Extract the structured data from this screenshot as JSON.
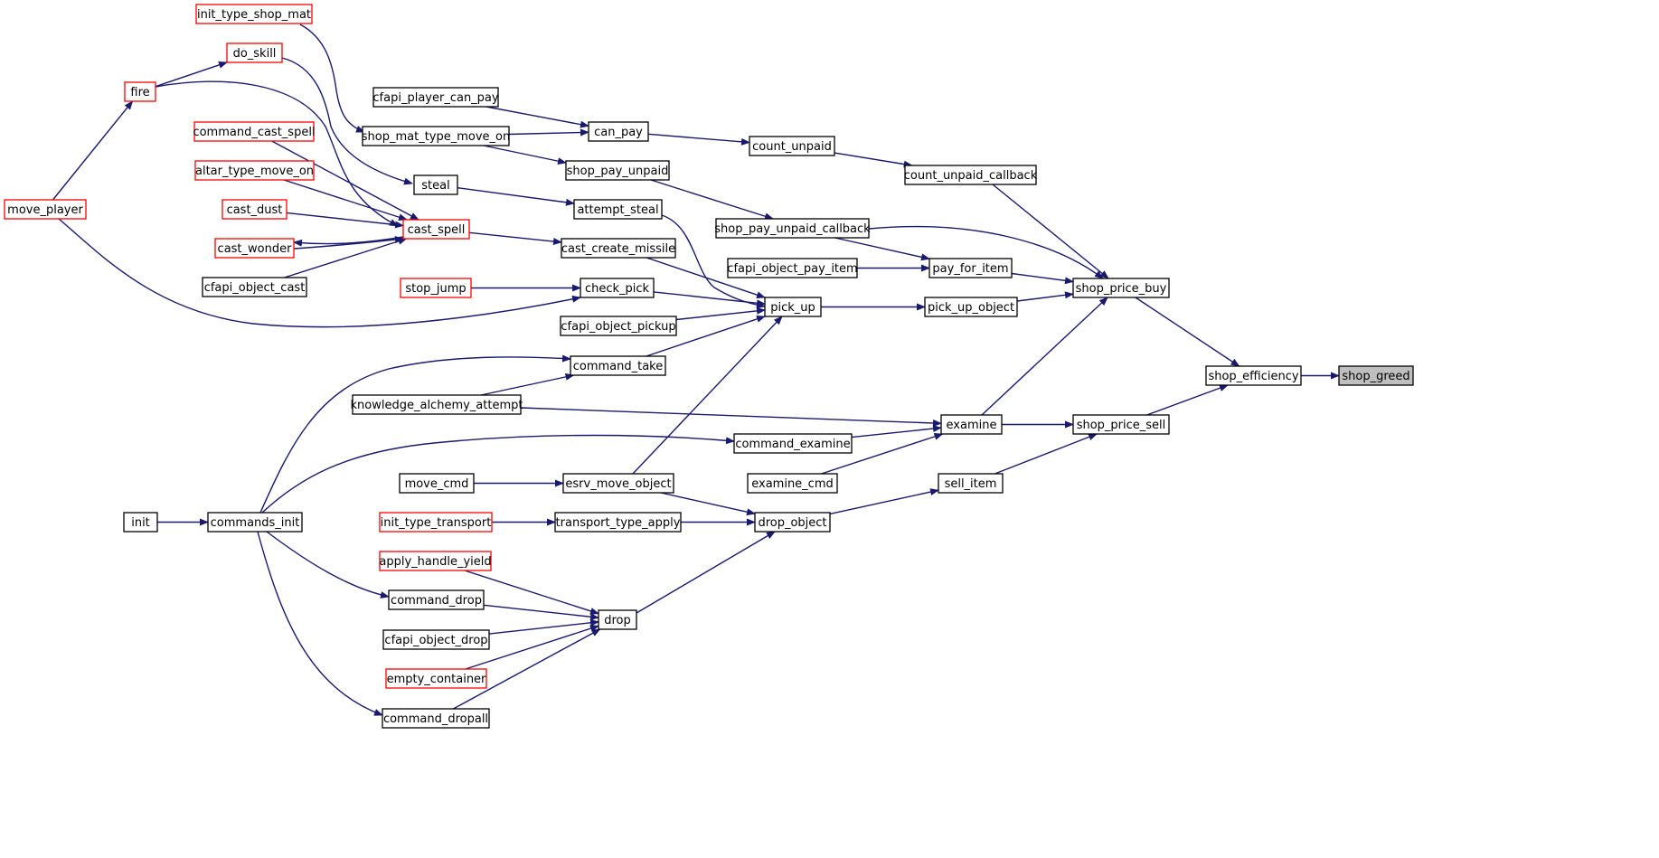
{
  "colors": {
    "edge": "#191970",
    "border_default": "#000000",
    "border_truncated": "#ff0000",
    "fill_default": "#ffffff",
    "fill_focus": "#bfbfbf"
  },
  "diagram": {
    "focus": "shop_greed",
    "nodes": [
      {
        "id": "shop_greed",
        "label": "shop_greed",
        "style": "focus"
      },
      {
        "id": "shop_efficiency",
        "label": "shop_efficiency",
        "style": "normal"
      },
      {
        "id": "shop_price_buy",
        "label": "shop_price_buy",
        "style": "normal"
      },
      {
        "id": "shop_price_sell",
        "label": "shop_price_sell",
        "style": "normal"
      },
      {
        "id": "count_unpaid_callback",
        "label": "count_unpaid_callback",
        "style": "normal"
      },
      {
        "id": "shop_pay_unpaid_callback",
        "label": "shop_pay_unpaid_callback",
        "style": "normal"
      },
      {
        "id": "pay_for_item",
        "label": "pay_for_item",
        "style": "normal"
      },
      {
        "id": "pick_up_object",
        "label": "pick_up_object",
        "style": "normal"
      },
      {
        "id": "examine",
        "label": "examine",
        "style": "normal"
      },
      {
        "id": "sell_item",
        "label": "sell_item",
        "style": "normal"
      },
      {
        "id": "count_unpaid",
        "label": "count_unpaid",
        "style": "normal"
      },
      {
        "id": "can_pay",
        "label": "can_pay",
        "style": "normal"
      },
      {
        "id": "shop_mat_type_move_on",
        "label": "shop_mat_type_move_on",
        "style": "normal"
      },
      {
        "id": "cfapi_player_can_pay",
        "label": "cfapi_player_can_pay",
        "style": "normal"
      },
      {
        "id": "init_type_shop_mat",
        "label": "init_type_shop_mat",
        "style": "truncated"
      },
      {
        "id": "shop_pay_unpaid",
        "label": "shop_pay_unpaid",
        "style": "normal"
      },
      {
        "id": "cfapi_object_pay_item",
        "label": "cfapi_object_pay_item",
        "style": "normal"
      },
      {
        "id": "pick_up",
        "label": "pick_up",
        "style": "normal"
      },
      {
        "id": "attempt_steal",
        "label": "attempt_steal",
        "style": "normal"
      },
      {
        "id": "steal",
        "label": "steal",
        "style": "normal"
      },
      {
        "id": "cast_create_missile",
        "label": "cast_create_missile",
        "style": "normal"
      },
      {
        "id": "cast_spell",
        "label": "cast_spell",
        "style": "truncated"
      },
      {
        "id": "check_pick",
        "label": "check_pick",
        "style": "normal"
      },
      {
        "id": "stop_jump",
        "label": "stop_jump",
        "style": "truncated"
      },
      {
        "id": "move_player",
        "label": "move_player",
        "style": "truncated"
      },
      {
        "id": "fire",
        "label": "fire",
        "style": "truncated"
      },
      {
        "id": "do_skill",
        "label": "do_skill",
        "style": "truncated"
      },
      {
        "id": "command_cast_spell",
        "label": "command_cast_spell",
        "style": "truncated"
      },
      {
        "id": "altar_type_move_on",
        "label": "altar_type_move_on",
        "style": "truncated"
      },
      {
        "id": "cast_dust",
        "label": "cast_dust",
        "style": "truncated"
      },
      {
        "id": "cast_wonder",
        "label": "cast_wonder",
        "style": "truncated"
      },
      {
        "id": "cfapi_object_cast",
        "label": "cfapi_object_cast",
        "style": "normal"
      },
      {
        "id": "cfapi_object_pickup",
        "label": "cfapi_object_pickup",
        "style": "normal"
      },
      {
        "id": "command_take",
        "label": "command_take",
        "style": "normal"
      },
      {
        "id": "commands_init",
        "label": "commands_init",
        "style": "normal"
      },
      {
        "id": "init",
        "label": "init",
        "style": "normal"
      },
      {
        "id": "knowledge_alchemy_attempt",
        "label": "knowledge_alchemy_attempt",
        "style": "normal"
      },
      {
        "id": "esrv_move_object",
        "label": "esrv_move_object",
        "style": "normal"
      },
      {
        "id": "move_cmd",
        "label": "move_cmd",
        "style": "normal"
      },
      {
        "id": "drop_object",
        "label": "drop_object",
        "style": "normal"
      },
      {
        "id": "command_examine",
        "label": "command_examine",
        "style": "normal"
      },
      {
        "id": "examine_cmd",
        "label": "examine_cmd",
        "style": "normal"
      },
      {
        "id": "transport_type_apply",
        "label": "transport_type_apply",
        "style": "normal"
      },
      {
        "id": "init_type_transport",
        "label": "init_type_transport",
        "style": "truncated"
      },
      {
        "id": "drop",
        "label": "drop",
        "style": "normal"
      },
      {
        "id": "apply_handle_yield",
        "label": "apply_handle_yield",
        "style": "truncated"
      },
      {
        "id": "command_drop",
        "label": "command_drop",
        "style": "normal"
      },
      {
        "id": "cfapi_object_drop",
        "label": "cfapi_object_drop",
        "style": "normal"
      },
      {
        "id": "empty_container",
        "label": "empty_container",
        "style": "truncated"
      },
      {
        "id": "command_dropall",
        "label": "command_dropall",
        "style": "normal"
      }
    ],
    "edges": [
      [
        "shop_efficiency",
        "shop_greed"
      ],
      [
        "shop_price_buy",
        "shop_efficiency"
      ],
      [
        "shop_price_sell",
        "shop_efficiency"
      ],
      [
        "count_unpaid_callback",
        "shop_price_buy"
      ],
      [
        "shop_pay_unpaid_callback",
        "shop_price_buy"
      ],
      [
        "pay_for_item",
        "shop_price_buy"
      ],
      [
        "pick_up_object",
        "shop_price_buy"
      ],
      [
        "examine",
        "shop_price_buy"
      ],
      [
        "examine",
        "shop_price_sell"
      ],
      [
        "sell_item",
        "shop_price_sell"
      ],
      [
        "count_unpaid",
        "count_unpaid_callback"
      ],
      [
        "can_pay",
        "count_unpaid"
      ],
      [
        "cfapi_player_can_pay",
        "can_pay"
      ],
      [
        "shop_mat_type_move_on",
        "can_pay"
      ],
      [
        "init_type_shop_mat",
        "shop_mat_type_move_on"
      ],
      [
        "shop_mat_type_move_on",
        "shop_pay_unpaid"
      ],
      [
        "shop_pay_unpaid",
        "shop_pay_unpaid_callback"
      ],
      [
        "shop_pay_unpaid_callback",
        "pay_for_item"
      ],
      [
        "cfapi_object_pay_item",
        "pay_for_item"
      ],
      [
        "pick_up",
        "pick_up_object"
      ],
      [
        "attempt_steal",
        "pick_up"
      ],
      [
        "steal",
        "attempt_steal"
      ],
      [
        "do_skill",
        "steal"
      ],
      [
        "cast_spell",
        "cast_create_missile"
      ],
      [
        "cast_create_missile",
        "pick_up"
      ],
      [
        "check_pick",
        "pick_up"
      ],
      [
        "stop_jump",
        "check_pick"
      ],
      [
        "move_player",
        "check_pick"
      ],
      [
        "move_player",
        "fire"
      ],
      [
        "fire",
        "do_skill"
      ],
      [
        "fire",
        "cast_spell"
      ],
      [
        "command_cast_spell",
        "cast_spell"
      ],
      [
        "altar_type_move_on",
        "cast_spell"
      ],
      [
        "cast_dust",
        "cast_spell"
      ],
      [
        "cast_wonder",
        "cast_spell"
      ],
      [
        "cast_spell",
        "cast_wonder"
      ],
      [
        "cfapi_object_cast",
        "cast_spell"
      ],
      [
        "cfapi_object_pickup",
        "pick_up"
      ],
      [
        "command_take",
        "pick_up"
      ],
      [
        "commands_init",
        "command_take"
      ],
      [
        "knowledge_alchemy_attempt",
        "command_take"
      ],
      [
        "init",
        "commands_init"
      ],
      [
        "knowledge_alchemy_attempt",
        "examine"
      ],
      [
        "command_examine",
        "examine"
      ],
      [
        "examine_cmd",
        "examine"
      ],
      [
        "commands_init",
        "command_examine"
      ],
      [
        "esrv_move_object",
        "pick_up"
      ],
      [
        "move_cmd",
        "esrv_move_object"
      ],
      [
        "esrv_move_object",
        "drop_object"
      ],
      [
        "drop_object",
        "sell_item"
      ],
      [
        "transport_type_apply",
        "drop_object"
      ],
      [
        "init_type_transport",
        "transport_type_apply"
      ],
      [
        "drop",
        "drop_object"
      ],
      [
        "apply_handle_yield",
        "drop"
      ],
      [
        "command_drop",
        "drop"
      ],
      [
        "cfapi_object_drop",
        "drop"
      ],
      [
        "empty_container",
        "drop"
      ],
      [
        "command_dropall",
        "drop"
      ],
      [
        "commands_init",
        "command_drop"
      ],
      [
        "commands_init",
        "command_dropall"
      ]
    ]
  }
}
